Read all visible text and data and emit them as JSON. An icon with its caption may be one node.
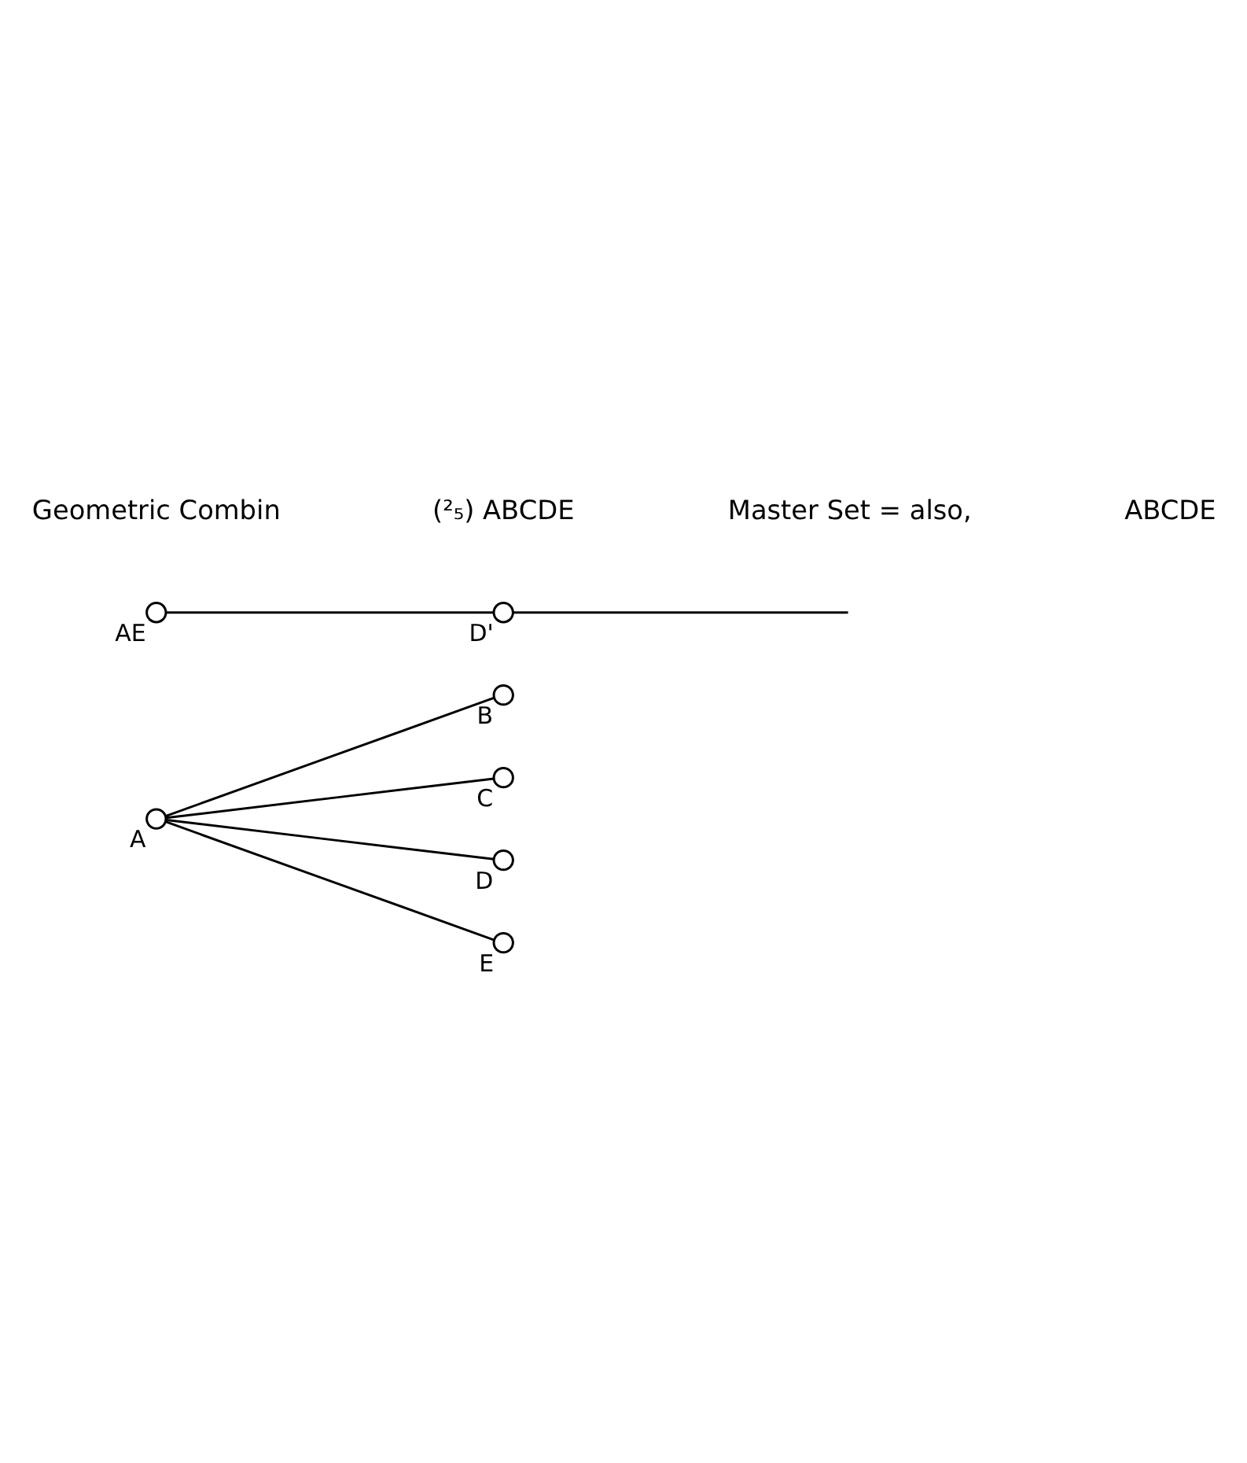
{
  "diagram": {
    "nodes": [
      {
        "text": [],
        "shape": "circle",
        "beside": [
          "B"
        ]
      },
      {
        "text": [],
        "shape": "circle",
        "beside": [
          "A"
        ]
      },
      {
        "text": [],
        "shape": "circle",
        "beside": [
          "C"
        ]
      },
      {
        "text": [],
        "shape": "circle",
        "beside": [
          "D"
        ]
      },
      {
        "text": [],
        "shape": "circle",
        "beside": [
          "E"
        ]
      },
      {
        "text": [],
        "shape": "circle",
        "beside": [
          "AE"
        ]
      },
      {
        "text": [],
        "shape": "circle",
        "beside": [
          "D'"
        ]
      }
    ],
    "edges": [
      {
        "from": 1,
        "to": 0,
        "arrow": "none"
      },
      {
        "from": 1,
        "to": 2,
        "arrow": "none"
      },
      {
        "from": 1,
        "to": 3,
        "arrow": "none"
      },
      {
        "from": 1,
        "to": 4,
        "arrow": "none"
      },
      {
        "from": 5,
        "to": 6,
        "arrow": "none"
      },
      {
        "from": 6,
        "to": null,
        "arrow": "none"
      }
    ],
    "labels": [
      "Geometric Combin",
      "(²₅) ABCDE",
      "Master Set = also,",
      "ABCDE"
    ]
  }
}
